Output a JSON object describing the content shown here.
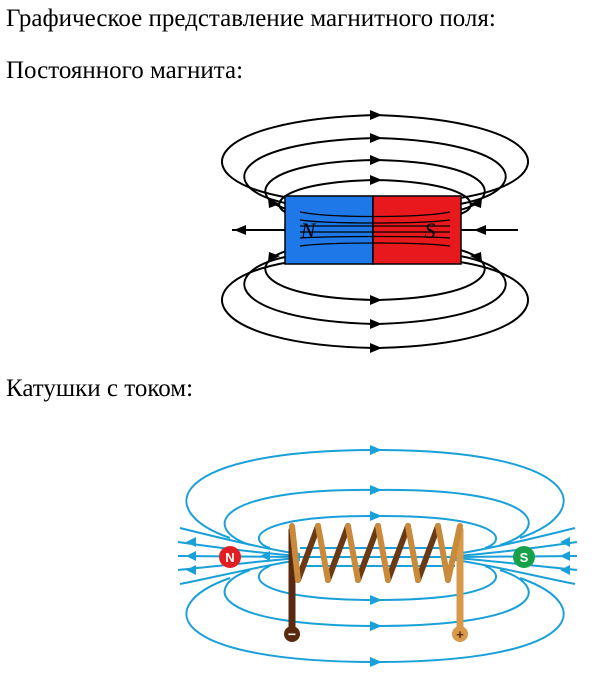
{
  "text": {
    "heading": "Графическое представление магнитного поля:",
    "magnet_label": "Постоянного магнита:",
    "coil_label": "Катушки с током:"
  },
  "magnet": {
    "north_letter": "N",
    "south_letter": "S",
    "north_color": "#1f78e8",
    "south_color": "#e8191c"
  },
  "coil": {
    "north_badge": "N",
    "south_badge": "S",
    "minus_sign": "−",
    "plus_sign": "+",
    "field_color": "#1aa0d8",
    "north_color": "#e02020",
    "south_color": "#16a04a",
    "wire_color": "#c98a3b",
    "lead_minus_color": "#5a2a10",
    "lead_plus_color": "#d89a48"
  }
}
